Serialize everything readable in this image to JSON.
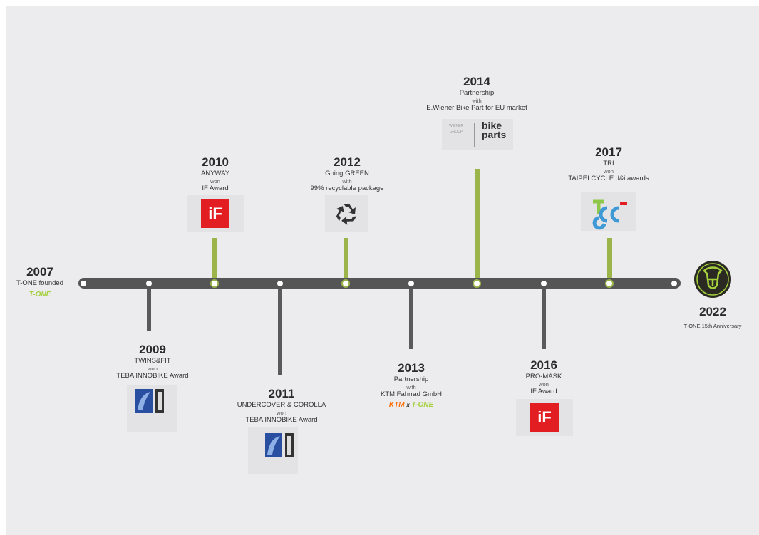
{
  "colors": {
    "timeline": "#555555",
    "olive": "#9bb54a",
    "gray_stem": "#5a5a5a",
    "if_red": "#e21e22",
    "tone_green": "#a4d03c"
  },
  "events": {
    "e2007": {
      "year": "2007",
      "lines": [
        "T-ONE founded"
      ],
      "logo": "T-ONE"
    },
    "e2009": {
      "year": "2009",
      "lines": [
        "TWINS&FIT",
        "won",
        "TEBA INNOBIKE Award"
      ],
      "logo": "innobike-award-icon"
    },
    "e2010": {
      "year": "2010",
      "lines": [
        "ANYWAY",
        "won",
        "IF Award"
      ],
      "logo": "iF"
    },
    "e2011": {
      "year": "2011",
      "lines": [
        "UNDERCOVER & COROLLA",
        "won",
        "TEBA INNOBIKE Award"
      ],
      "logo": "innobike-award-icon"
    },
    "e2012": {
      "year": "2012",
      "lines": [
        "Going GREEN",
        "with",
        "99% recyclable package"
      ],
      "logo": "recycle-icon"
    },
    "e2013": {
      "year": "2013",
      "lines": [
        "Partnership",
        "with",
        "KTM Fahrrad GmbH"
      ],
      "logo_a": "KTM",
      "logo_x": "x",
      "logo_b": "T-ONE"
    },
    "e2014": {
      "year": "2014",
      "lines": [
        "Partnership",
        "with",
        "E.Wiener Bike Part for EU market"
      ],
      "logo_a": "bike",
      "logo_b": "parts"
    },
    "e2016": {
      "year": "2016",
      "lines": [
        "PRO-MASK",
        "won",
        "IF Award"
      ],
      "logo": "iF"
    },
    "e2017": {
      "year": "2017",
      "lines": [
        "TRI",
        "won",
        "TAIPEI CYCLE d&i awards"
      ],
      "logo": "TC"
    },
    "e2022": {
      "year": "2022",
      "lines": [
        "T-ONE 15th Anniversary"
      ],
      "logo": "tone-anniversary-icon"
    }
  }
}
